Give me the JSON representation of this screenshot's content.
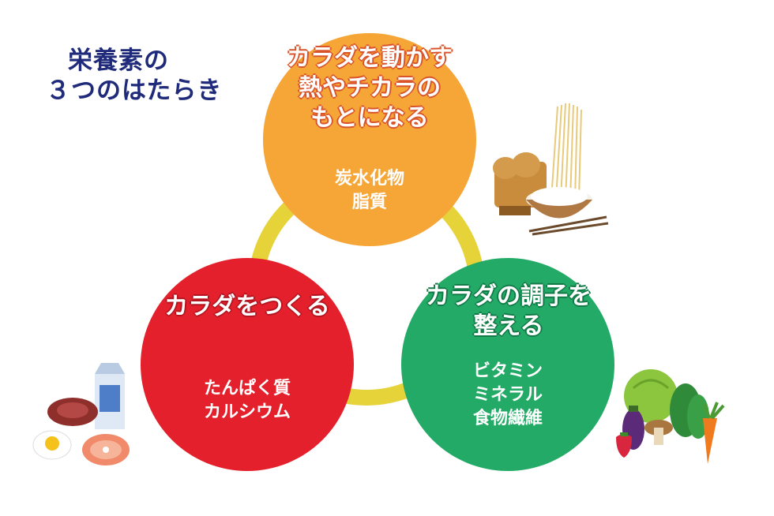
{
  "title": {
    "line1": "栄養素の",
    "line2": "３つのはたらき"
  },
  "groups": {
    "energy": {
      "role_lines": [
        "カラダを動かす",
        "熱やチカラの",
        "もとになる"
      ],
      "nutrients": [
        "炭水化物",
        "脂質"
      ],
      "color": "#f6a637"
    },
    "body": {
      "role_lines": [
        "カラダをつくる"
      ],
      "nutrients": [
        "たんぱく質",
        "カルシウム"
      ],
      "color": "#e3202b"
    },
    "condition": {
      "role_lines": [
        "カラダの調子を",
        "整える"
      ],
      "nutrients": [
        "ビタミン",
        "ミネラル",
        "食物繊維"
      ],
      "color": "#23aa66"
    }
  },
  "ring_color": "#e6d33a",
  "title_color": "#1f2a7a"
}
